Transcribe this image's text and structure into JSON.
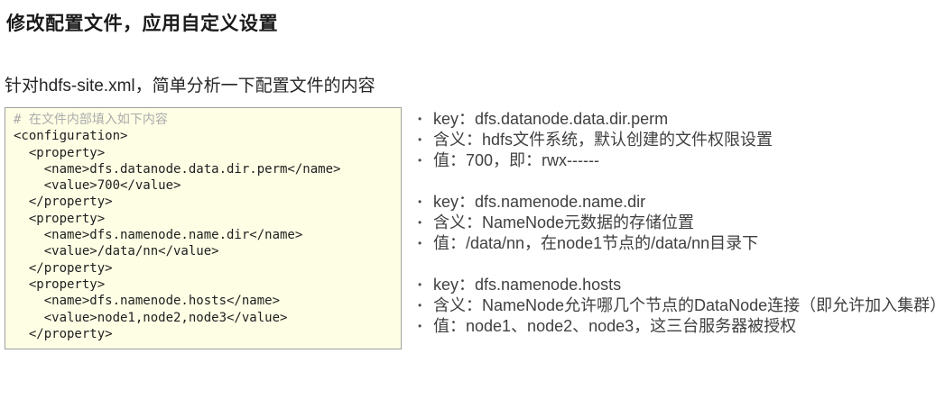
{
  "page": {
    "title": "修改配置文件，应用自定义设置",
    "subtitle": "针对hdfs-site.xml，简单分析一下配置文件的内容"
  },
  "code_block": {
    "comment": "# 在文件内部填入如下内容",
    "lines": [
      "<configuration>",
      "  <property>",
      "    <name>dfs.datanode.data.dir.perm</name>",
      "    <value>700</value>",
      "  </property>",
      "  <property>",
      "    <name>dfs.namenode.name.dir</name>",
      "    <value>/data/nn</value>",
      "  </property>",
      "  <property>",
      "    <name>dfs.namenode.hosts</name>",
      "    <value>node1,node2,node3</value>",
      "  </property>"
    ]
  },
  "notes": {
    "groups": [
      {
        "items": [
          "key：dfs.datanode.data.dir.perm",
          "含义：hdfs文件系统，默认创建的文件权限设置",
          "值：700，即：rwx------"
        ]
      },
      {
        "items": [
          "key：dfs.namenode.name.dir",
          "含义：NameNode元数据的存储位置",
          "值：/data/nn，在node1节点的/data/nn目录下"
        ]
      },
      {
        "items": [
          "key：dfs.namenode.hosts",
          "含义：NameNode允许哪几个节点的DataNode连接（即允许加入集群）",
          "值：node1、node2、node3，这三台服务器被授权"
        ]
      }
    ]
  },
  "colors": {
    "page-bg": "#FFFFFF",
    "title-color": "#1A1A1A",
    "subtitle-color": "#262626",
    "note-text": "#404040",
    "bullet-color": "#4D4D4D",
    "code-bg": "#FEFEE5",
    "code-border": "#A0A0A0",
    "code-text": "#1E1E1E",
    "code-comment": "#ABABAB"
  }
}
